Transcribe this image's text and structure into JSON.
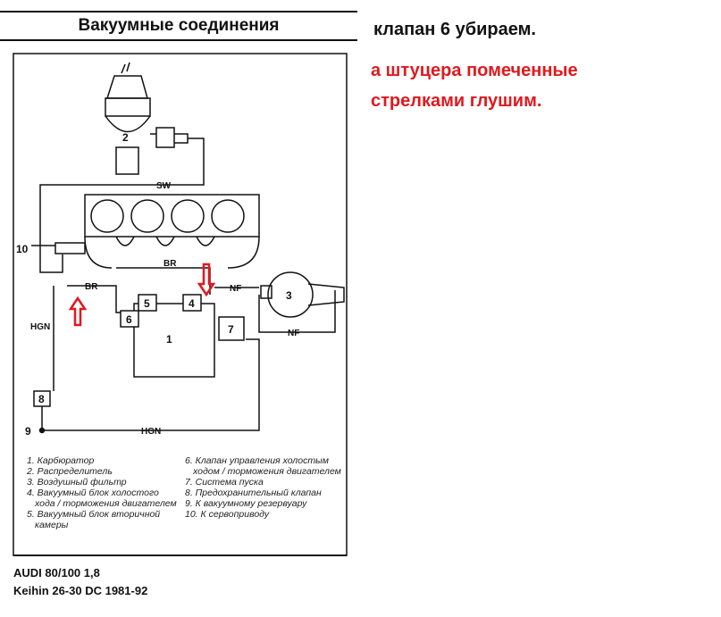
{
  "title": "Вакуумные соединения",
  "diagram": {
    "labels": {
      "sw": "SW",
      "br_top": "BR",
      "br_left": "BR",
      "nf_right": "NF",
      "nf_bottom": "NF",
      "hgn_left": "HGN",
      "hgn_bottom": "HGN"
    },
    "numbers": {
      "n1": "1",
      "n2": "2",
      "n3": "3",
      "n4": "4",
      "n5": "5",
      "n6": "6",
      "n7": "7",
      "n8": "8",
      "n9": "9",
      "n10": "10"
    },
    "arrow_color": "#e0191e"
  },
  "legend": {
    "left": [
      "1. Карбюратор",
      "2. Распределитель",
      "3. Воздушный фильтр",
      "4. Вакуумный блок холостого",
      "   хода / торможения двигателем",
      "5. Вакуумный блок вторичной",
      "   камеры"
    ],
    "right": [
      "6. Клапан управления холостым",
      "   ходом / торможения двигателем",
      "7. Система пуска",
      "8. Предохранительный клапан",
      "9. К вакуумному резервуару",
      "10. К сервоприводу"
    ]
  },
  "caption": {
    "line1": "AUDI 80/100 1,8",
    "line2": "Keihin 26-30 DC 1981-92"
  },
  "notes": {
    "black": "клапан 6 убираем.",
    "red1": "а штуцера помеченные",
    "red2": "стрелками глушим.",
    "red_color": "#e0191e"
  }
}
